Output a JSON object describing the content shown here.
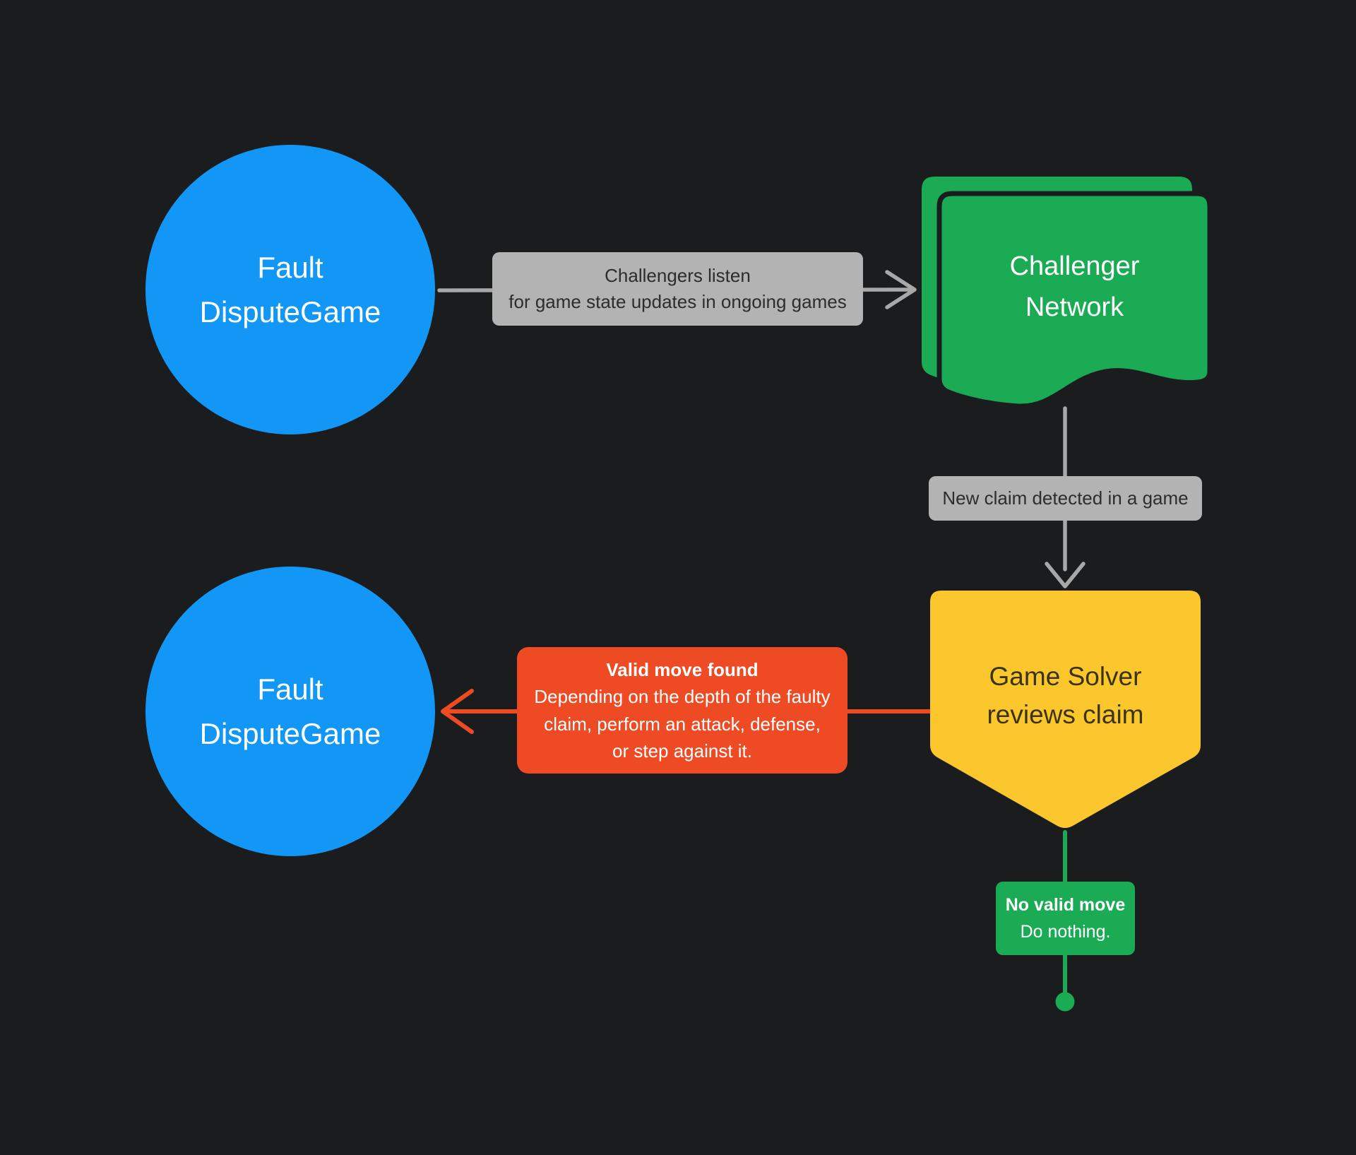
{
  "colors": {
    "bg": "#1b1c1e",
    "blue": "#1297f7",
    "green": "#1cab55",
    "yellow": "#fbc72d",
    "red": "#ee4b25",
    "gray-label-bg": "#b3b3b3",
    "gray-label-text": "#2d2d2d",
    "arrow-gray": "#a8a8a8",
    "yellow-text": "#3b3413",
    "white": "#ffffff"
  },
  "nodes": {
    "fault_dispute_top": {
      "line1": "Fault",
      "line2": "DisputeGame"
    },
    "challenger_network": {
      "line1": "Challenger",
      "line2": "Network"
    },
    "game_solver": {
      "line1": "Game Solver",
      "line2": "reviews claim"
    },
    "fault_dispute_bottom": {
      "line1": "Fault",
      "line2": "DisputeGame"
    }
  },
  "edges": {
    "listen_label": {
      "line1": "Challengers listen",
      "line2": "for game state updates in ongoing games"
    },
    "new_claim_label": "New claim detected in a game",
    "valid_move": {
      "title": "Valid move found",
      "line1": "Depending on the depth of the faulty",
      "line2": "claim, perform an attack, defense,",
      "line3": "or step against it."
    },
    "no_valid_move": {
      "title": "No valid move",
      "body": "Do nothing."
    }
  }
}
